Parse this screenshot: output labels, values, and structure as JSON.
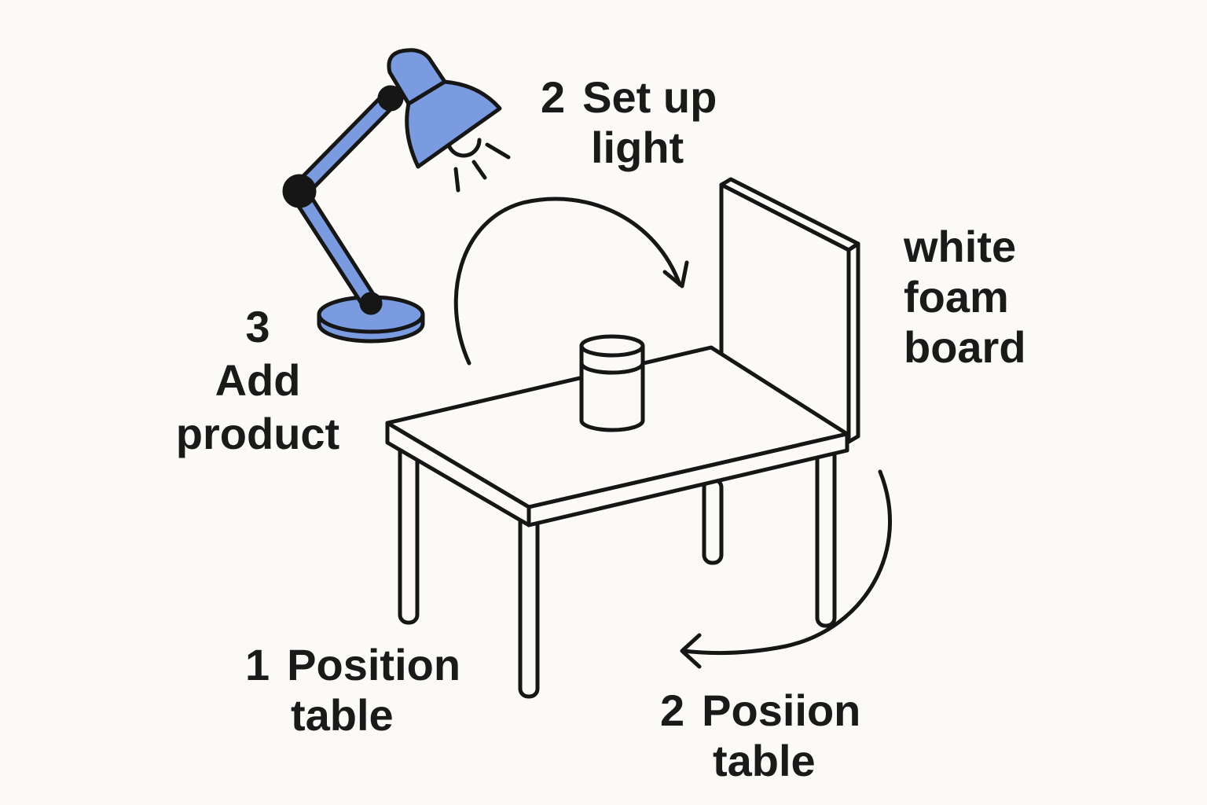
{
  "colors": {
    "lamp": "#7b9be0",
    "stroke": "#161616",
    "background": "#fbfaf6"
  },
  "labels": {
    "setup_light": {
      "number": "2",
      "line1": "Set up",
      "line2": "light"
    },
    "foam_board": {
      "line1": "white",
      "line2": "foam",
      "line3": "board"
    },
    "add_product": {
      "number": "3",
      "line1": "Add",
      "line2": "product"
    },
    "position_table": {
      "number": "1",
      "line1": "Position",
      "line2": "table"
    },
    "position_table_2": {
      "number": "2",
      "line1": "Posiion",
      "line2": "table"
    }
  }
}
